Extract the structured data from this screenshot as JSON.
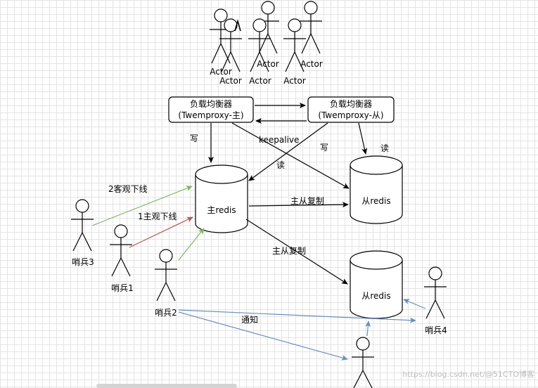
{
  "nodes": {
    "lb_master": {
      "line1": "负载均衡器",
      "line2": "(Twemproxy-主)"
    },
    "lb_slave": {
      "line1": "负载均衡器",
      "line2": "(Twemproxy-从)"
    },
    "redis_master": "主redis",
    "redis_slave_1": "从redis",
    "redis_slave_2": "从redis"
  },
  "actors": [
    "Actor",
    "Actor",
    "Actor",
    "Actor",
    "Actor",
    "Actor"
  ],
  "sentinels": [
    "哨兵3",
    "哨兵1",
    "哨兵2",
    "哨兵4"
  ],
  "edge_labels": {
    "keepalive": "keepalive",
    "write_1": "写",
    "write_2": "写",
    "read_1": "读",
    "read_2": "读",
    "objective_down": "2客观下线",
    "subjective_down": "1主观下线",
    "replication_1": "主从复制",
    "replication_2": "主从复制",
    "notify": "通知"
  },
  "colors": {
    "black": "#000000",
    "green": "#82b366",
    "red": "#b85450",
    "blue": "#6c8ebf"
  },
  "watermark": "https://blog.csdn.net/@51CTO博客"
}
